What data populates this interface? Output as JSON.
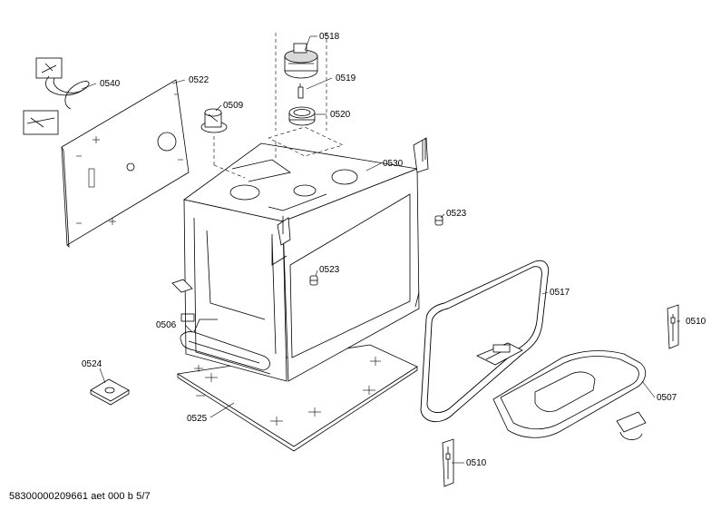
{
  "parts": {
    "p0518": "0518",
    "p0519": "0519",
    "p0520": "0520",
    "p0540": "0540",
    "p0522": "0522",
    "p0509": "0509",
    "p0530": "0530",
    "p0523a": "0523",
    "p0523b": "0523",
    "p0517": "0517",
    "p0510a": "0510",
    "p0506": "0506",
    "p0524": "0524",
    "p0525": "0525",
    "p0507": "0507",
    "p0510b": "0510"
  },
  "footer": {
    "document_id": "58300000209661 aet 000 b 5/7"
  },
  "colors": {
    "line": "#000000",
    "panel_fill": "#ffffff",
    "shade": "#d9d9d9",
    "leader": "#000000"
  }
}
